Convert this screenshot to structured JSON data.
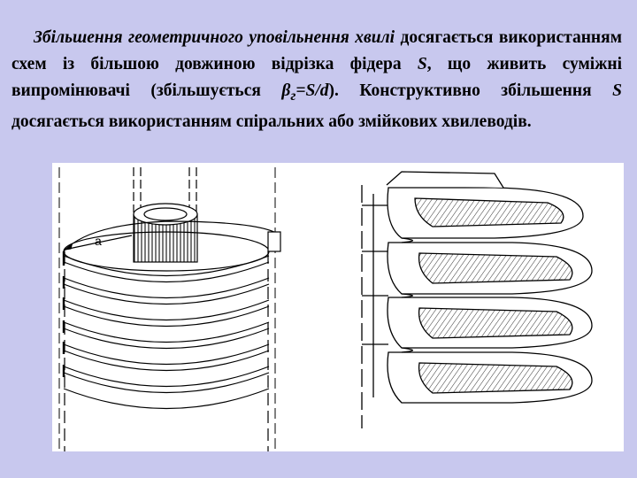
{
  "paragraph": {
    "lead_italic": "Збільшення геометричного уповільнення хвилі",
    "part1": " досягається використанням схем із більшою довжиною відрізка фідера ",
    "s1": "S",
    "part2": ", що живить суміжні випромінювачі (збільшується ",
    "beta": "β",
    "beta_sub": "г",
    "formula_tail": "=S/d",
    "part3": "). Конструктивно збільшення ",
    "s2": "S",
    "part4": " досягається використанням спіральних або змійкових хвилеводів."
  },
  "figure": {
    "dimension_label": "a"
  }
}
